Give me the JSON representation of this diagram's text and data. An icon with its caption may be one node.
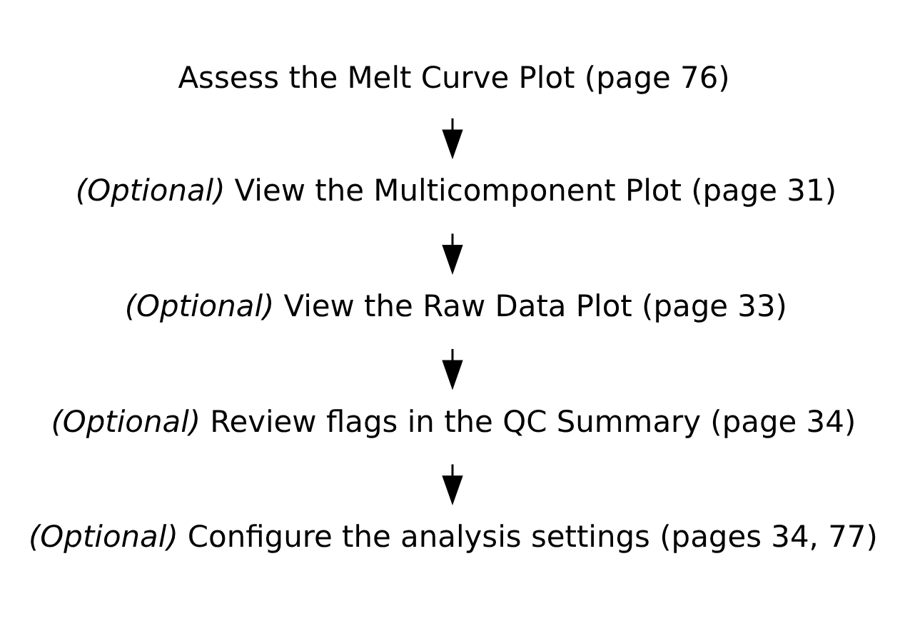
{
  "diagram": {
    "nodes": [
      {
        "text": [
          "Assess the Melt Curve Plot (page 76)"
        ]
      },
      {
        "text": [
          "*(Optional)* View the Multicomponent Plot (page 31)"
        ]
      },
      {
        "text": [
          "*(Optional)* View the Raw Data Plot (page 33)"
        ]
      },
      {
        "text": [
          "*(Optional)* Review flags in the QC Summary (page 34)"
        ]
      },
      {
        "text": [
          "*(Optional)* Configure the analysis settings (pages 34, 77)"
        ]
      }
    ],
    "edges": [
      {
        "from": 0,
        "to": 1,
        "arrow": "to"
      },
      {
        "from": 1,
        "to": 2,
        "arrow": "to"
      },
      {
        "from": 2,
        "to": 3,
        "arrow": "to"
      },
      {
        "from": 3,
        "to": 4,
        "arrow": "to"
      }
    ]
  }
}
